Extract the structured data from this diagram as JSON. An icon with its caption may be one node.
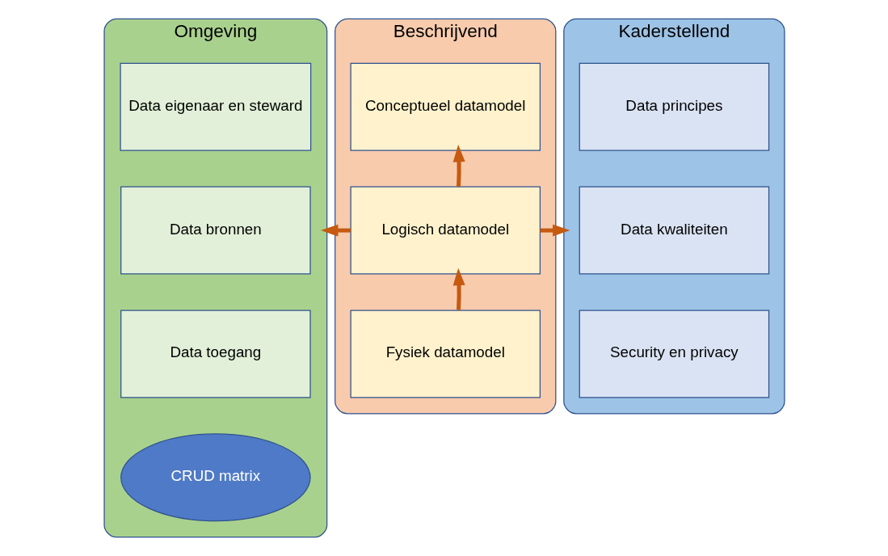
{
  "diagram": {
    "nodes": [
      {
        "text": [
          "Omgeving"
        ]
      },
      {
        "text": [
          "Data eigenaar en steward"
        ],
        "in": 0
      },
      {
        "text": [
          "Data bronnen"
        ],
        "in": 0
      },
      {
        "text": [
          "Data toegang"
        ],
        "in": 0
      },
      {
        "text": [
          "CRUD matrix"
        ],
        "in": 0
      },
      {
        "text": [
          "Beschrijvend"
        ]
      },
      {
        "text": [
          "Conceptueel datamodel"
        ],
        "in": 5
      },
      {
        "text": [
          "Logisch datamodel"
        ],
        "in": 5
      },
      {
        "text": [
          "Fysiek datamodel"
        ],
        "in": 5
      },
      {
        "text": [
          "Kaderstellend"
        ]
      },
      {
        "text": [
          "Data principes"
        ],
        "in": 9
      },
      {
        "text": [
          "Data kwaliteiten"
        ],
        "in": 9
      },
      {
        "text": [
          "Security en privacy"
        ],
        "in": 9
      }
    ],
    "edges": [
      {
        "from": 8,
        "to": 7,
        "arrow": "to"
      },
      {
        "from": 7,
        "to": 6,
        "arrow": "to"
      },
      {
        "from": 7,
        "to": 0,
        "arrow": "to"
      },
      {
        "from": 7,
        "to": 9,
        "arrow": "to"
      }
    ]
  }
}
